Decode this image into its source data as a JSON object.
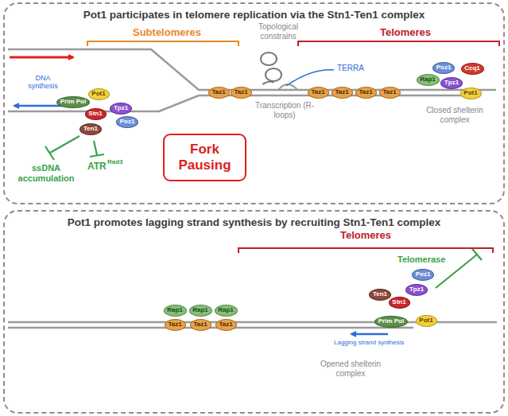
{
  "diagram": {
    "nodes": [
      {
        "text": [
          "Pot1 participates in telomere replication via the Stn1-Ten1 complex"
        ]
      },
      {
        "text": [
          "Prim Pol"
        ],
        "in": 0
      },
      {
        "text": [
          "Pot1"
        ],
        "in": 0
      },
      {
        "text": [
          "Stn1"
        ],
        "in": 0
      },
      {
        "text": [
          "Ten1"
        ],
        "in": 0
      },
      {
        "text": [
          "Tpz1"
        ],
        "in": 0
      },
      {
        "text": [
          "Poz1"
        ],
        "in": 0
      },
      {
        "text": [
          "Taz1"
        ],
        "in": 0
      },
      {
        "text": [
          "Taz1"
        ],
        "in": 0
      },
      {
        "text": [
          "Taz1"
        ],
        "in": 0
      },
      {
        "text": [
          "Taz1"
        ],
        "in": 0
      },
      {
        "text": [
          "Taz1"
        ],
        "in": 0
      },
      {
        "text": [
          "Taz1"
        ],
        "in": 0
      },
      {
        "text": [
          "Rap1"
        ],
        "in": 0
      },
      {
        "text": [
          "Poz1"
        ],
        "in": 0
      },
      {
        "text": [
          "Tpz1"
        ],
        "in": 0
      },
      {
        "text": [
          "Ccq1"
        ],
        "in": 0
      },
      {
        "text": [
          "Pot1"
        ],
        "in": 0
      },
      {
        "text": [
          "Fork Pausing"
        ],
        "in": 0
      },
      {
        "text": [
          "Pot1 promotes lagging strand synthesis by recruiting Stn1-Ten1 complex"
        ]
      },
      {
        "text": [
          "Taz1"
        ],
        "in": 19
      },
      {
        "text": [
          "Taz1"
        ],
        "in": 19
      },
      {
        "text": [
          "Taz1"
        ],
        "in": 19
      },
      {
        "text": [
          "Rap1"
        ],
        "in": 19
      },
      {
        "text": [
          "Rap1"
        ],
        "in": 19
      },
      {
        "text": [
          "Rap1"
        ],
        "in": 19
      },
      {
        "text": [
          "Poz1"
        ],
        "in": 19
      },
      {
        "text": [
          "Tpz1"
        ],
        "in": 19
      },
      {
        "text": [
          "Ten1"
        ],
        "in": 19
      },
      {
        "text": [
          "Stn1"
        ],
        "in": 19
      },
      {
        "text": [
          "Prim Pol"
        ],
        "in": 19
      },
      {
        "text": [
          "Pot1"
        ],
        "in": 19
      }
    ],
    "labels": [
      "Subtelomeres",
      "Topological constrains",
      "Telomeres",
      "Transcription (R-loops)",
      "TERRA",
      "DNA synthesis",
      "Closed shelterin complex",
      "ssDNA accumulation",
      "ATR",
      "Rad3",
      "Telomeres",
      "Telomerase",
      "Lagging strand synthesis",
      "Opened shelterin complex"
    ]
  }
}
